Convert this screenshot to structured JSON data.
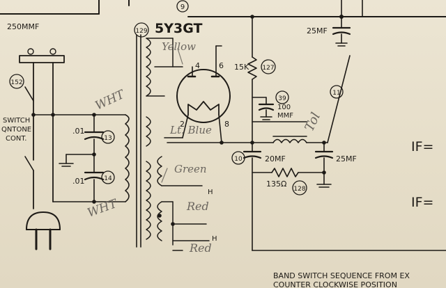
{
  "labels": {
    "circuit_9": "9",
    "cap_250": "250MMF",
    "tube_name": "5Y3GT",
    "circuit_129": "129",
    "pin_4": "4",
    "pin_6": "6",
    "pin_2": "2",
    "pin_8": "8",
    "r_15k": "15K",
    "circuit_127": "127",
    "circuit_152": "152",
    "switch_line1": "SWITCH",
    "switch_line2": "QNTONE",
    "switch_line3": "CONT.",
    "cap_01a": ".01",
    "circuit_13": "13",
    "cap_01b": ".01",
    "circuit_14": "14",
    "circuit_39": "39",
    "cap_100_a": "100",
    "cap_100_b": "MMF",
    "circuit_11": "11",
    "circuit_10": "10",
    "cap_20mf": "20MF",
    "cap_25mf_right": "25MF",
    "cap_25mf_top": "25MF",
    "r_135": "135Ω",
    "circuit_128": "128",
    "h_upper": "H",
    "h_lower": "H",
    "if_upper": "IF=",
    "if_lower": "IF=",
    "bottom_line1": "BAND SWITCH SEQUENCE FROM EX",
    "bottom_line2": "COUNTER CLOCKWISE POSITION"
  },
  "handwriting": {
    "yellow": "Yellow",
    "lt_blue": "Lt. Blue",
    "green": "Green",
    "wht_upper": "WHT",
    "wht_lower": "WHT",
    "red_upper": "Red",
    "red_lower": "Red",
    "t1": "Tol"
  }
}
